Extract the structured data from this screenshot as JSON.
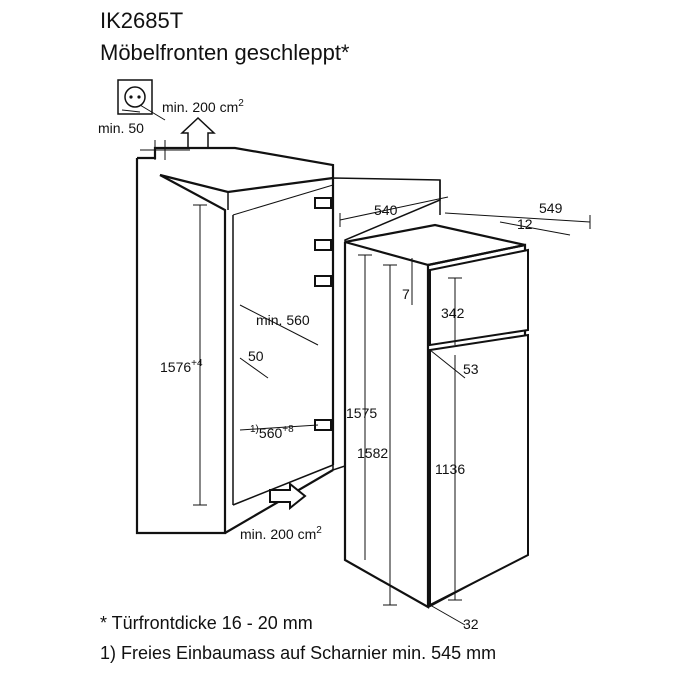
{
  "header": {
    "model": "IK2685T",
    "subtitle": "Möbelfronten geschleppt*"
  },
  "dimensions": {
    "vent_top": "min. 200 cm",
    "vent_top_exp": "2",
    "top_gap": "min. 50",
    "depth_niche": "540",
    "depth_total": "549",
    "depth_door": "12",
    "gap_7": "7",
    "freezer_door": "342",
    "gap_53": "53",
    "niche_depth": "min. 560",
    "back_gap": "50",
    "niche_height": "1576",
    "niche_height_tol": "+4",
    "appliance_height": "1575",
    "total_height": "1582",
    "fridge_door": "1136",
    "hinge_note": "1)",
    "hinge_dim": "560",
    "hinge_tol": "+8",
    "vent_bottom": "min. 200 cm",
    "vent_bottom_exp": "2",
    "bottom_gap": "32"
  },
  "footnotes": {
    "door_thickness": "* Türfrontdicke 16 - 20 mm",
    "hinge": "1) Freies Einbaumass auf Scharnier min. 545 mm"
  }
}
